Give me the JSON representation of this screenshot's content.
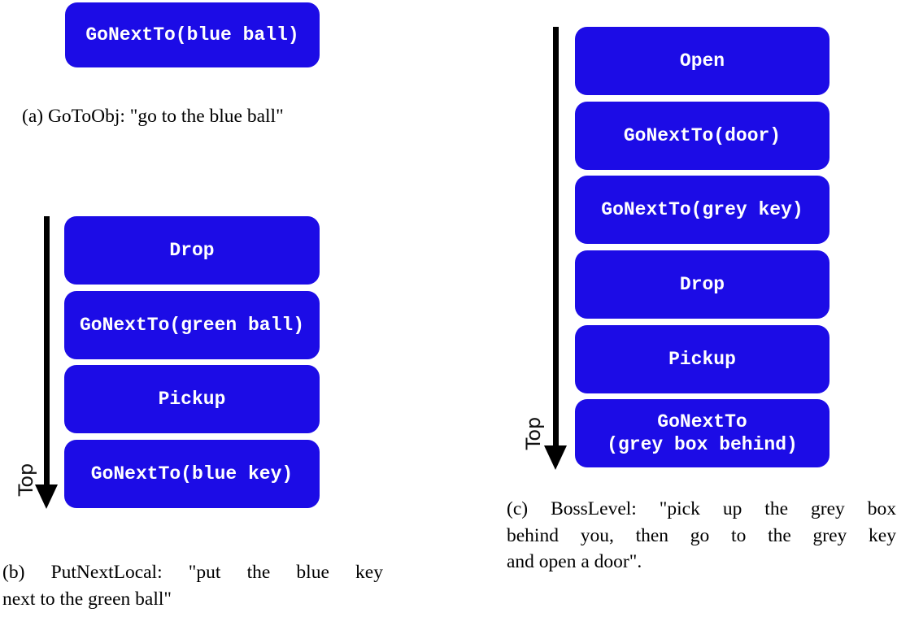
{
  "colors": {
    "box_fill": "#1c0ce6",
    "box_text": "#ffffff",
    "arrow": "#000000",
    "caption_text": "#000000",
    "background": "#ffffff"
  },
  "panels": {
    "a": {
      "name": "GoToObj",
      "boxes": [
        [
          "GoNextTo(blue ball)"
        ]
      ],
      "caption_lines": [
        "(a) GoToObj:  \"go to the blue ball\""
      ]
    },
    "b": {
      "name": "PutNextLocal",
      "top_label": "Top",
      "boxes": [
        [
          "Drop"
        ],
        [
          "GoNextTo(green ball)"
        ],
        [
          "Pickup"
        ],
        [
          "GoNextTo(blue key)"
        ]
      ],
      "caption_lines": [
        "(b) PutNextLocal: \"put the blue key",
        "next to the green ball\""
      ]
    },
    "c": {
      "name": "BossLevel",
      "top_label": "Top",
      "boxes": [
        [
          "Open"
        ],
        [
          "GoNextTo(door)"
        ],
        [
          "GoNextTo(grey key)"
        ],
        [
          "Drop"
        ],
        [
          "Pickup"
        ],
        [
          "GoNextTo",
          "(grey box behind)"
        ]
      ],
      "caption_lines": [
        "(c) BossLevel: \"pick up the grey box",
        "behind you, then go to the grey key",
        "and open a door\"."
      ]
    }
  }
}
